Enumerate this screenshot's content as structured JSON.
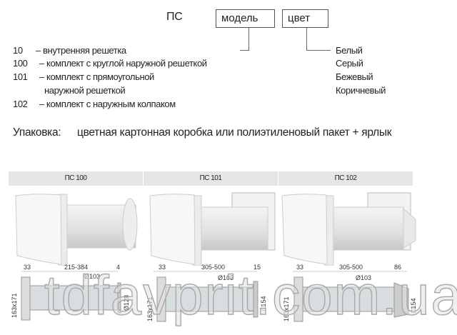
{
  "code": {
    "prefix": "ПС",
    "model_box": "модель",
    "color_box": "цвет"
  },
  "models": [
    {
      "code": "10",
      "desc": "– внутренняя решетка"
    },
    {
      "code": "100",
      "desc": "–  комплект с круглой наружной решеткой"
    },
    {
      "code": "101",
      "desc": "– комплект с прямоугольной",
      "desc2": "наружной решеткой"
    },
    {
      "code": "102",
      "desc": "– комплект с наружным колпаком"
    }
  ],
  "colors": [
    "Белый",
    "Серый",
    "Бежевый",
    "Коричневый"
  ],
  "packaging": {
    "label": "Упаковка:",
    "text": "цветная картонная коробка или полиэтиленовый пакет + ярлык"
  },
  "products": [
    {
      "title": "ПС 100",
      "dims": {
        "a": "33",
        "b": "215-384",
        "c": "4",
        "dia": "Ø103",
        "h": "163x171",
        "end": "Ø128"
      }
    },
    {
      "title": "ПС 101",
      "dims": {
        "a": "33",
        "b": "305-500",
        "c": "15",
        "dia": "Ø103",
        "h": "163x171",
        "end": "□154"
      }
    },
    {
      "title": "ПС 102",
      "dims": {
        "a": "33",
        "b": "305-500",
        "c": "86",
        "dia": "Ø103",
        "h": "163x171",
        "end": "□154"
      }
    }
  ],
  "watermark": "tdfavprit.com.ua"
}
